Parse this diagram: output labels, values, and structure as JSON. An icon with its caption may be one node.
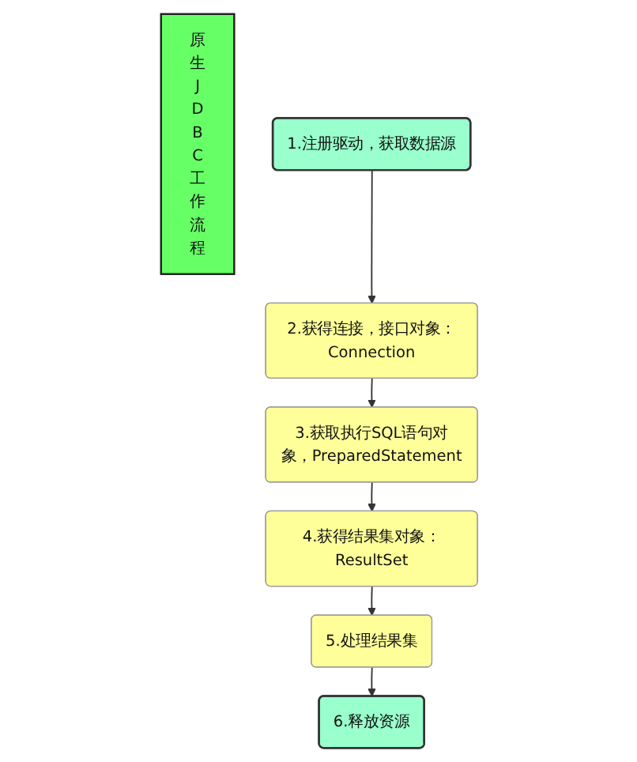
{
  "diagram": {
    "nodes": [
      {
        "text": [
          "原生JDBC工作流程"
        ]
      },
      {
        "text": [
          "1.注册驱动，获取数据源"
        ]
      },
      {
        "text": [
          "2.获得连接，接口对象：Connection"
        ]
      },
      {
        "text": [
          "3.获取执行SQL语句对象，PreparedStatement"
        ]
      },
      {
        "text": [
          "4.获得结果集对象：ResultSet"
        ]
      },
      {
        "text": [
          "5.处理结果集"
        ]
      },
      {
        "text": [
          "6.释放资源"
        ]
      }
    ],
    "edges": [
      {
        "from": 1,
        "to": 2,
        "arrow": "to"
      },
      {
        "from": 2,
        "to": 3,
        "arrow": "to"
      },
      {
        "from": 3,
        "to": 4,
        "arrow": "to"
      },
      {
        "from": 4,
        "to": 5,
        "arrow": "to"
      },
      {
        "from": 5,
        "to": 6,
        "arrow": "to"
      }
    ]
  }
}
